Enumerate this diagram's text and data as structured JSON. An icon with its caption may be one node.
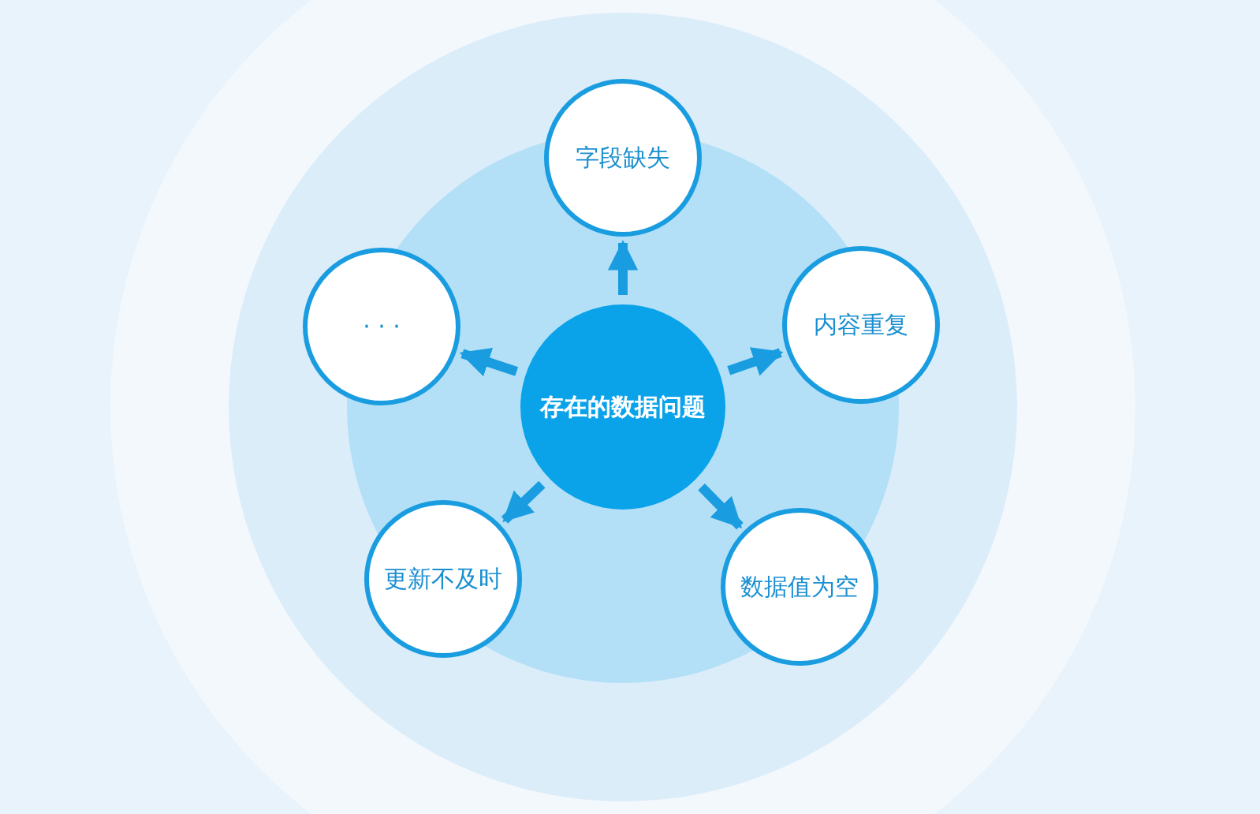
{
  "diagram": {
    "nodes": [
      {
        "text": [
          "存在的数据问题"
        ]
      },
      {
        "text": [
          "字段缺失"
        ]
      },
      {
        "text": [
          "· · ·"
        ]
      },
      {
        "text": [
          "内容重复"
        ]
      },
      {
        "text": [
          "更新不及时"
        ]
      },
      {
        "text": [
          "数据值为空"
        ]
      }
    ],
    "edges": [
      {
        "from": 0,
        "to": 1,
        "arrow": "to"
      },
      {
        "from": 0,
        "to": 2,
        "arrow": "to"
      },
      {
        "from": 0,
        "to": 3,
        "arrow": "to"
      },
      {
        "from": 0,
        "to": 4,
        "arrow": "to"
      },
      {
        "from": 0,
        "to": 5,
        "arrow": "to"
      }
    ]
  }
}
